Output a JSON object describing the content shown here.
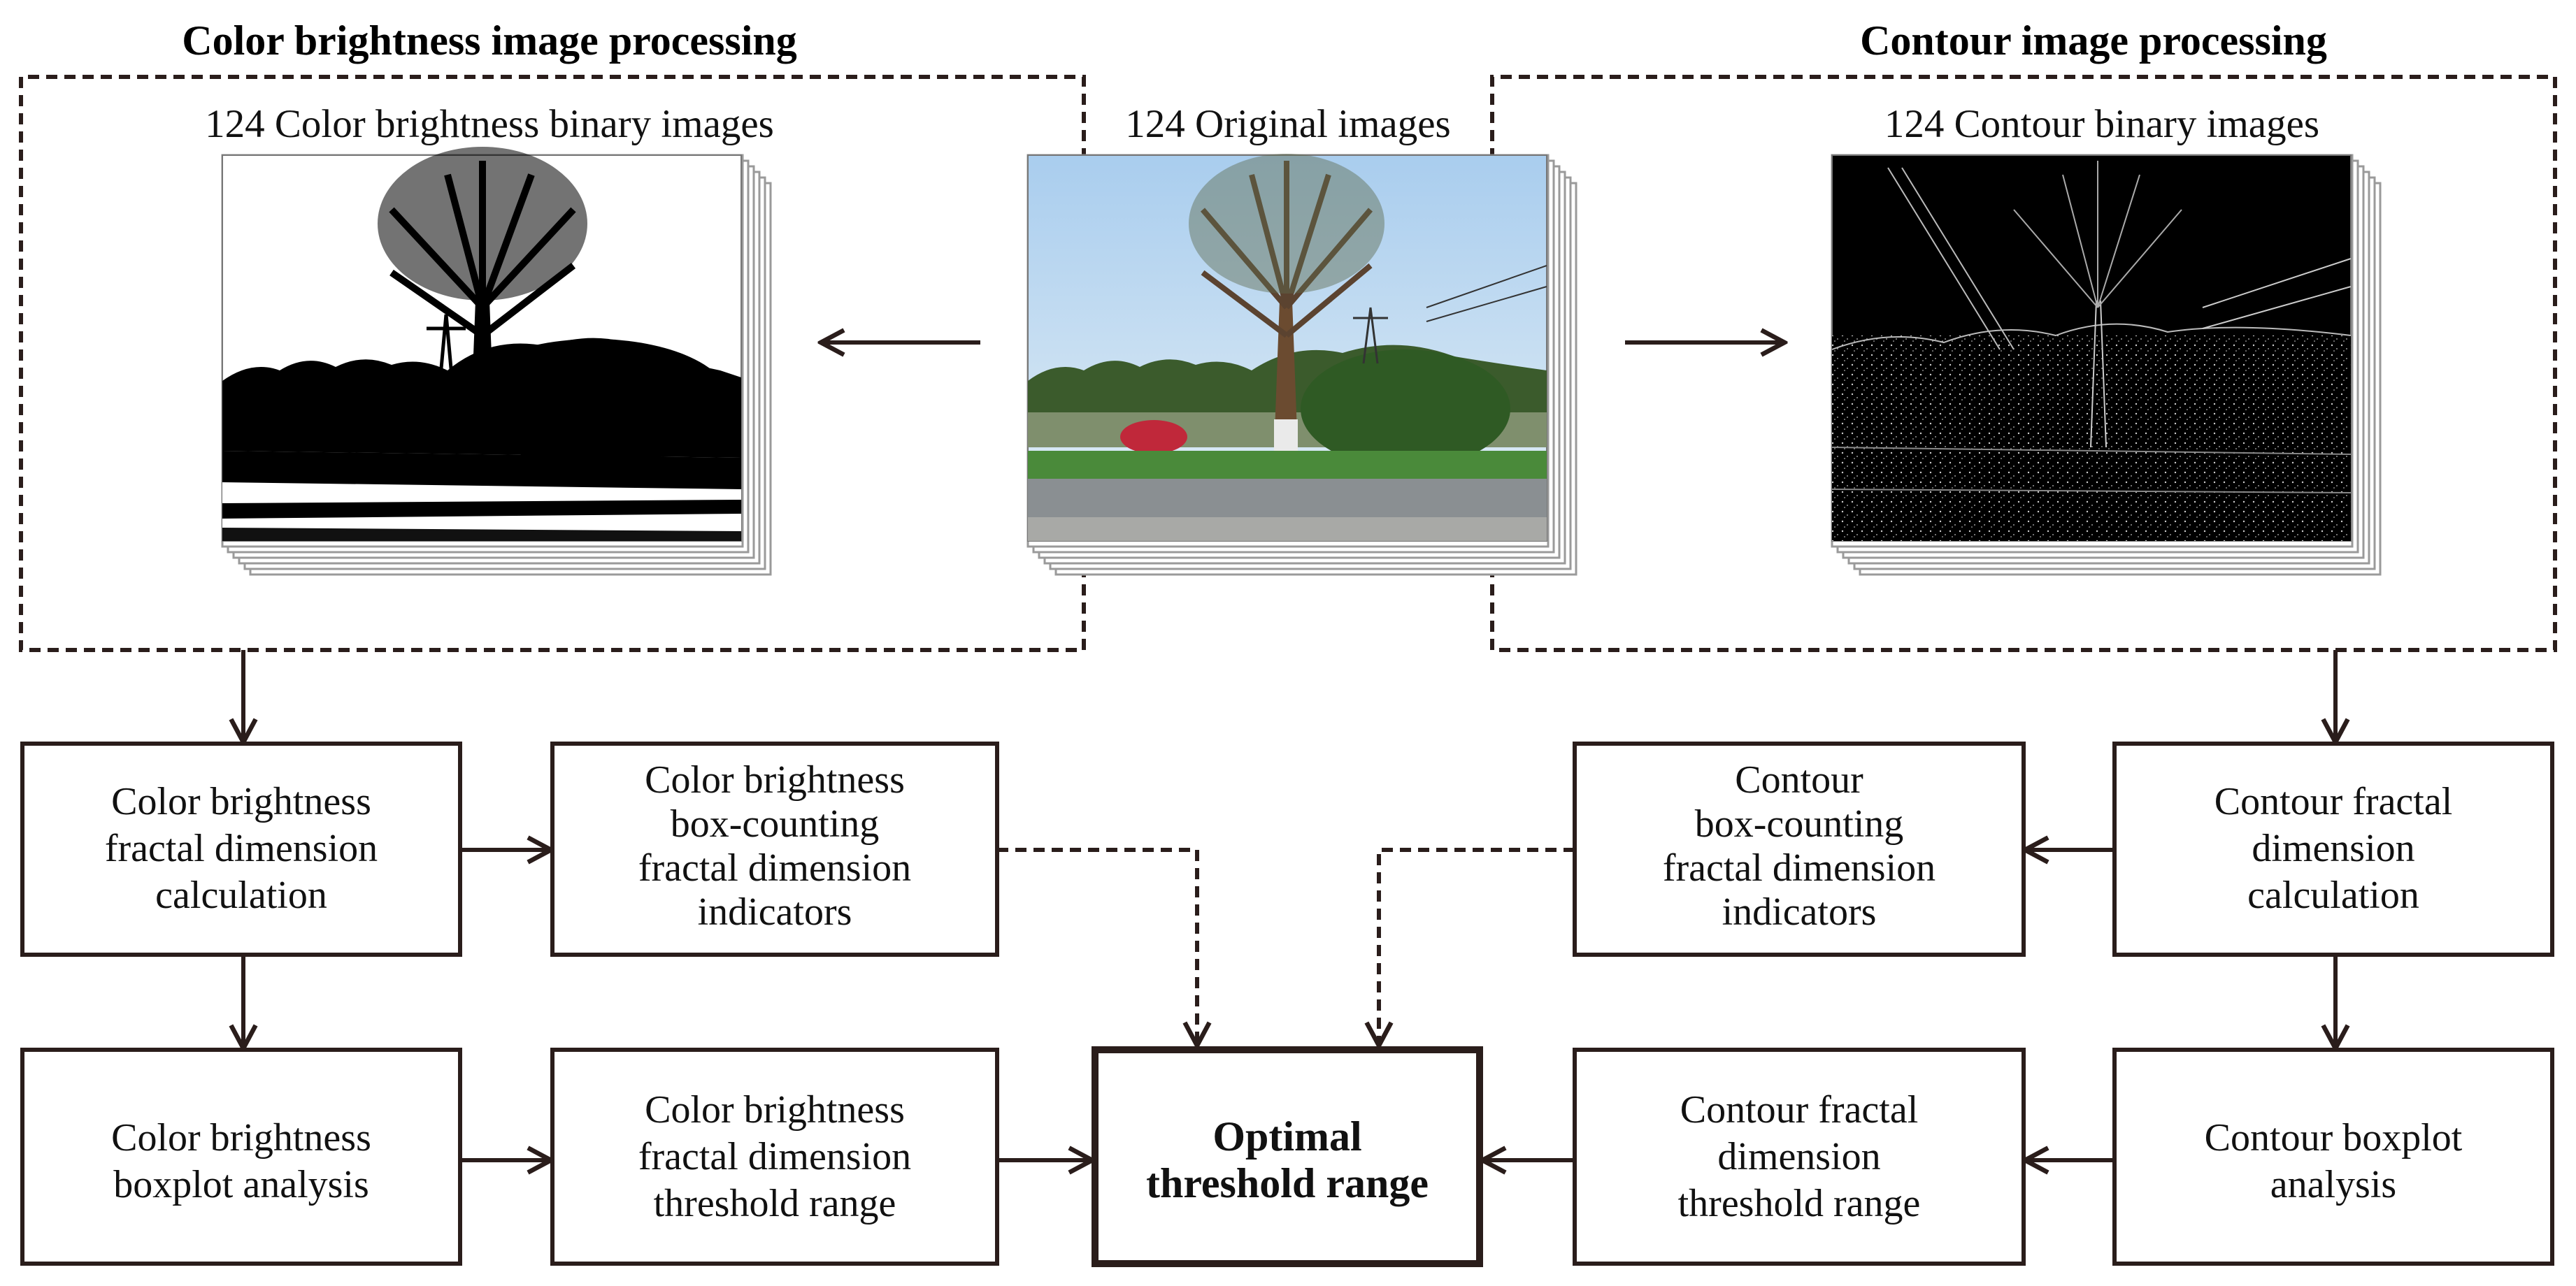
{
  "left_group_title": "Color brightness image processing",
  "right_group_title": "Contour image processing",
  "images": {
    "color_binary_label": "124 Color brightness binary images",
    "original_label": "124 Original images",
    "contour_binary_label": "124 Contour binary images"
  },
  "boxes": {
    "cb_calc": [
      "Color brightness",
      "fractal dimension",
      "calculation"
    ],
    "cb_indicators": [
      "Color brightness",
      "box-counting",
      "fractal dimension",
      "indicators"
    ],
    "cb_boxplot": [
      "Color brightness",
      "boxplot analysis"
    ],
    "cb_threshold": [
      "Color brightness",
      "fractal dimension",
      "threshold range"
    ],
    "optimal": [
      "Optimal",
      "threshold range"
    ],
    "ct_indicators": [
      "Contour",
      "box-counting",
      "fractal dimension",
      "indicators"
    ],
    "ct_calc": [
      "Contour fractal",
      "dimension",
      "calculation"
    ],
    "ct_threshold": [
      "Contour fractal",
      "dimension",
      "threshold range"
    ],
    "ct_boxplot": [
      "Contour boxplot",
      "analysis"
    ]
  },
  "colors": {
    "line": "#2a1d1b",
    "sky_top": "#a9cdee",
    "sky_bottom": "#dcebf5",
    "foliage": "#3e6b2f",
    "flower": "#c0283a"
  }
}
